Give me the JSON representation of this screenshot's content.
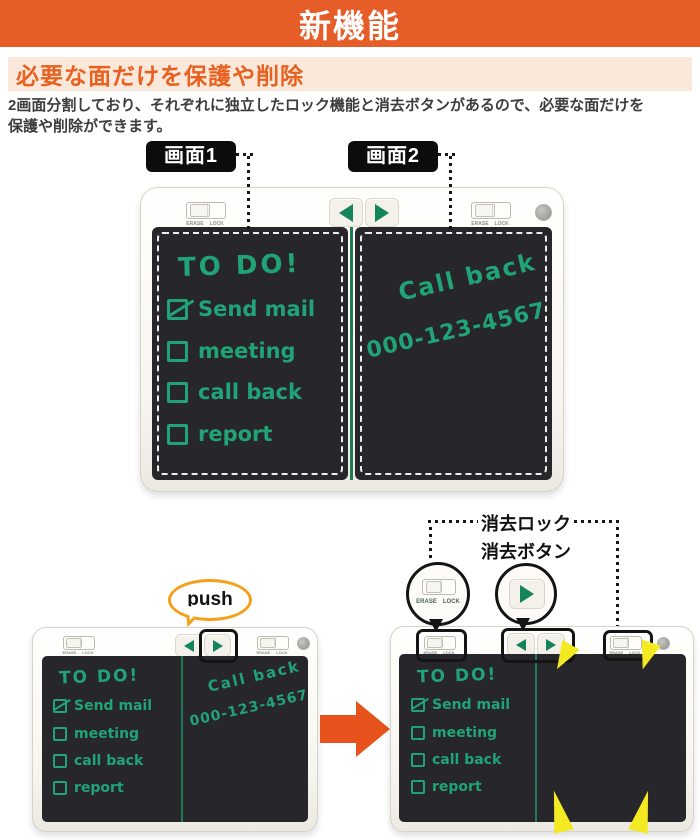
{
  "banner": {
    "title": "新機能"
  },
  "intro": {
    "heading": "必要な面だけを保護や削除",
    "body_line1": "2画面分割しており、それぞれに独立したロック機能と消去ボタンがあるので、必要な面だけを",
    "body_line2": "保護や削除ができます。"
  },
  "callouts": {
    "screen1": "画面1",
    "screen2": "画面2",
    "push": "push",
    "erase_lock": "消去ロック",
    "erase_button": "消去ボタン"
  },
  "device": {
    "switch_labels": {
      "erase": "ERASE",
      "lock": "LOCK"
    },
    "todo": {
      "title": "TO DO!",
      "items": [
        {
          "label": "Send mail",
          "checked": true
        },
        {
          "label": "meeting",
          "checked": false
        },
        {
          "label": "call back",
          "checked": false
        },
        {
          "label": "report",
          "checked": false
        }
      ]
    },
    "memo": {
      "line1": "Call back",
      "line2": "000-123-4567"
    }
  },
  "colors": {
    "banner_bg": "#e75d28",
    "heading_text": "#e8611f",
    "heading_bg": "#fae8db",
    "body_text": "#3d3d3d",
    "ink_green": "#21a378",
    "button_triangle_green": "#13845c",
    "screen_divider_green": "#1e7a55",
    "screen_dark": "#26262b",
    "flash_yellow": "#f3ea22",
    "arrow_orange": "#e8521c",
    "bubble_orange": "#f5a01b",
    "callout_black": "#141414"
  }
}
